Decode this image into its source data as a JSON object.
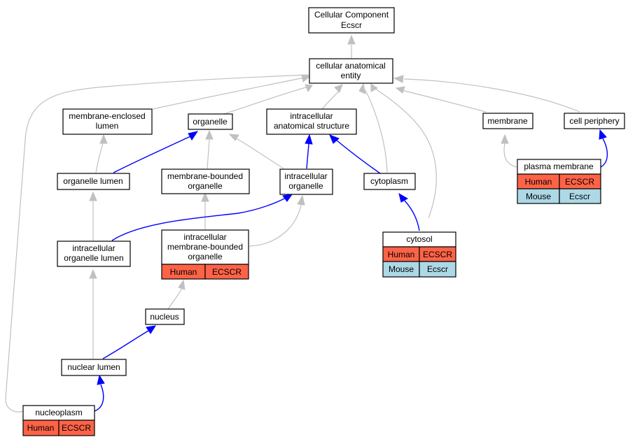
{
  "colors": {
    "human": "#ff6347",
    "mouse": "#add8e6",
    "regulates": "#0000ff",
    "is_a": "#c0c0c0"
  },
  "nodes": {
    "root": [
      "Cellular Component",
      "Ecscr"
    ],
    "cae": [
      "cellular anatomical",
      "entity"
    ],
    "mel": [
      "membrane-enclosed",
      "lumen"
    ],
    "organelle": [
      "organelle"
    ],
    "ias": [
      "intracellular",
      "anatomical structure"
    ],
    "membrane": [
      "membrane"
    ],
    "cellper": [
      "cell periphery"
    ],
    "orglumen": [
      "organelle lumen"
    ],
    "mbo": [
      "membrane-bounded",
      "organelle"
    ],
    "intorg": [
      "intracellular",
      "organelle"
    ],
    "cytoplasm": [
      "cytoplasm"
    ],
    "pm": [
      "plasma membrane"
    ],
    "iol": [
      "intracellular",
      "organelle lumen"
    ],
    "imbo": [
      "intracellular",
      "membrane-bounded",
      "organelle"
    ],
    "cytosol": [
      "cytosol"
    ],
    "nucleus": [
      "nucleus"
    ],
    "nuclumen": [
      "nuclear lumen"
    ],
    "nucleoplasm": [
      "nucleoplasm"
    ]
  },
  "annotations": {
    "pm": [
      [
        "Human",
        "ECSCR"
      ],
      [
        "Mouse",
        "Ecscr"
      ]
    ],
    "imbo": [
      [
        "Human",
        "ECSCR"
      ]
    ],
    "cytosol": [
      [
        "Human",
        "ECSCR"
      ],
      [
        "Mouse",
        "Ecscr"
      ]
    ],
    "nucleoplasm": [
      [
        "Human",
        "ECSCR"
      ]
    ]
  }
}
